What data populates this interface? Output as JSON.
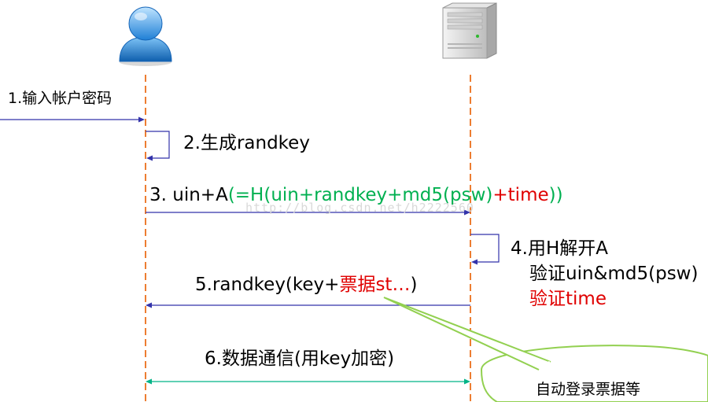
{
  "colors": {
    "lifeline": "#ED7D31",
    "arrow": "#3333AA",
    "data_arrow": "#00B386",
    "green_text": "#00B050",
    "red_text": "#E00000",
    "callout": "#92D050",
    "text": "#000000"
  },
  "actors": {
    "user": {
      "icon": "user-icon"
    },
    "server": {
      "icon": "server-icon"
    }
  },
  "steps": {
    "step1": {
      "text": "1.输入帐户密码"
    },
    "step2": {
      "text": "2.生成randkey"
    },
    "step3": {
      "prefix": "3. uin+A",
      "green_part": "(=H(uin+randkey+md5(psw)",
      "red_part": "+time",
      "closing": "))"
    },
    "step4": {
      "line1": "4.用H解开A",
      "line2": "验证uin&md5(psw)",
      "line3": "验证time"
    },
    "step5": {
      "prefix": "5.randkey(key+",
      "red_part": "票据st…",
      "closing": ")"
    },
    "step6": {
      "text": "6.数据通信(用key加密)"
    }
  },
  "callout": {
    "text": "自动登录票据等"
  },
  "watermark": "http://blog.csdn.net/h2222560"
}
